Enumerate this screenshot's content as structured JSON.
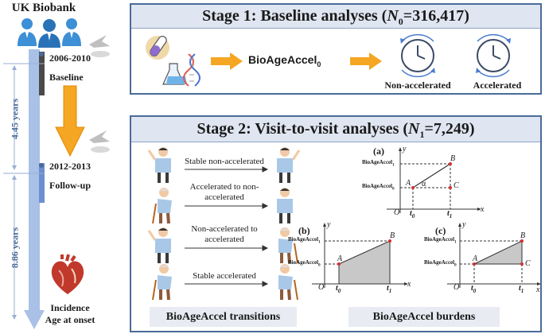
{
  "timeline": {
    "cohort": "UK Biobank",
    "baseline_period": "2006-2010",
    "baseline_label": "Baseline",
    "followup_period": "2012-2013",
    "followup_label": "Follow-up",
    "gap1": "4.45 years",
    "gap2": "8.86 years",
    "outcome_line1": "Incidence",
    "outcome_line2": "Age at onset"
  },
  "stage1": {
    "title_prefix": "Stage 1: Baseline analyses (",
    "title_n": "N",
    "title_n_sub": "0",
    "title_value": "=316,417)",
    "measure": "BioAgeAccel",
    "measure_sub": "0",
    "group_non": "Non-accelerated",
    "group_acc": "Accelerated"
  },
  "stage2": {
    "title_prefix": "Stage 2: Visit-to-visit analyses (",
    "title_n": "N",
    "title_n_sub": "1",
    "title_value": "=7,249)",
    "transitions": [
      "Stable non-accelerated",
      "Accelerated to non-accelerated",
      "Non-accelerated to accelerated",
      "Stable accelerated"
    ],
    "footer_left": "BioAgeAccel transitions",
    "footer_right": "BioAgeAccel burdens",
    "plots": {
      "a": {
        "label": "(a)",
        "y_axis": "y",
        "x_axis": "x",
        "origin": "O",
        "t0": "t",
        "t0_sub": "0",
        "t1": "t",
        "t1_sub": "1",
        "pt_a": "A",
        "pt_b": "B",
        "pt_c": "C",
        "angle": "α",
        "y_top": "BioAgeAccel",
        "y_top_sub": "1",
        "y_bot": "BioAgeAccel",
        "y_bot_sub": "0"
      },
      "b": {
        "label": "(b)",
        "y_axis": "y",
        "x_axis": "x",
        "origin": "O",
        "t0": "t",
        "t0_sub": "0",
        "t1": "t",
        "t1_sub": "1",
        "pt_a": "A",
        "pt_b": "B",
        "y_top": "BioAgeAccel",
        "y_top_sub": "1",
        "y_bot": "BioAgeAccel",
        "y_bot_sub": "0"
      },
      "c": {
        "label": "(c)",
        "y_axis": "y",
        "x_axis": "x",
        "origin": "O",
        "t0": "t",
        "t0_sub": "0",
        "t1": "t",
        "t1_sub": "1",
        "pt_a": "A",
        "pt_b": "B",
        "pt_c": "C",
        "y_top": "BioAgeAccel",
        "y_top_sub": "1",
        "y_bot": "BioAgeAccel",
        "y_bot_sub": "0"
      }
    }
  },
  "colors": {
    "frame": "#4a6b9a",
    "header_fill": "#dfe6f1",
    "arrow_orange": "#f5a623",
    "timeline_blue": "#a9c1e6",
    "people_blue": "#3d8fd6",
    "area_gray": "#c8c8c8",
    "point_red": "#d62f2f"
  }
}
